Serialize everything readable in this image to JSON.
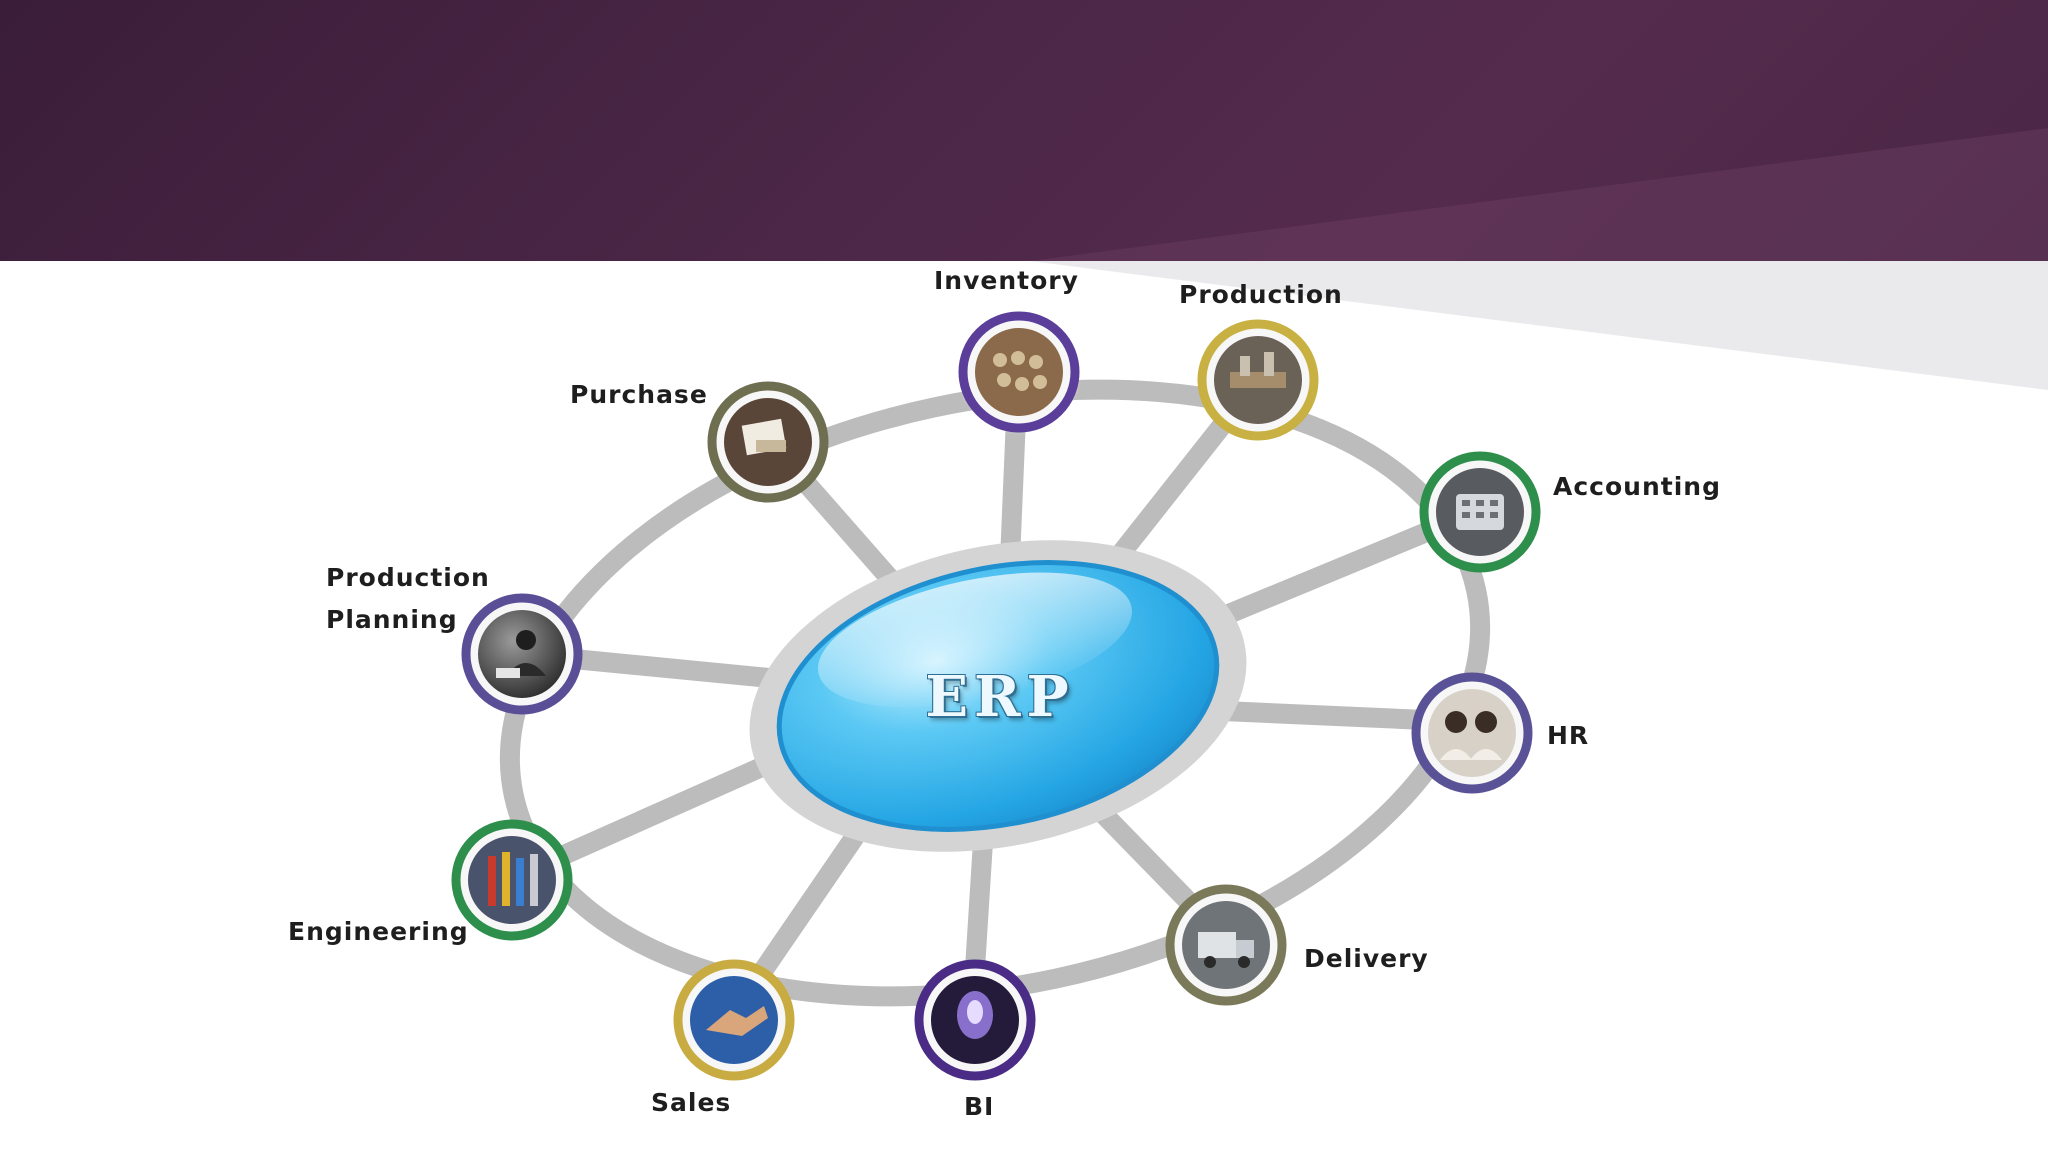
{
  "slide": {
    "center_label": "ERP",
    "nodes": [
      {
        "id": "inventory",
        "label": "Inventory",
        "icon": "warehouse-icon",
        "ring_color": "#5a3e9a"
      },
      {
        "id": "production",
        "label": "Production",
        "icon": "factory-icon",
        "ring_color": "#c8b042"
      },
      {
        "id": "accounting",
        "label": "Accounting",
        "icon": "calculator-icon",
        "ring_color": "#2e8f4c"
      },
      {
        "id": "hr",
        "label": "HR",
        "icon": "people-icon",
        "ring_color": "#5a5296"
      },
      {
        "id": "delivery",
        "label": "Delivery",
        "icon": "truck-icon",
        "ring_color": "#7a7a5a"
      },
      {
        "id": "bi",
        "label": "BI",
        "icon": "analytics-icon",
        "ring_color": "#4a2c86"
      },
      {
        "id": "sales",
        "label": "Sales",
        "icon": "handshake-icon",
        "ring_color": "#c8ac42"
      },
      {
        "id": "engineering",
        "label": "Engineering",
        "icon": "gears-icon",
        "ring_color": "#2e8f4c"
      },
      {
        "id": "production_planning",
        "label": "Production\nPlanning",
        "label_lines": [
          "Production",
          "Planning"
        ],
        "icon": "planner-icon",
        "ring_color": "#5a4e96"
      },
      {
        "id": "purchase",
        "label": "Purchase",
        "icon": "documents-icon",
        "ring_color": "#6e6e50"
      }
    ],
    "colors": {
      "header": "#4c2747",
      "ring": "#bdbdbd",
      "center_fill": "#3ab4ea",
      "center_border": "#1f8fcf"
    }
  }
}
